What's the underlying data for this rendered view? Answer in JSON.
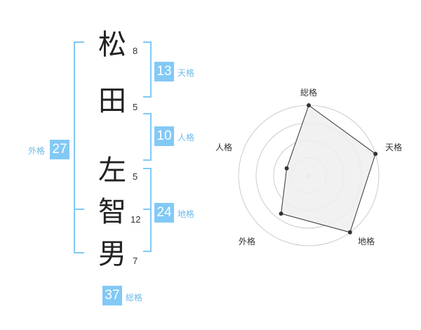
{
  "name_chars": [
    {
      "char": "松",
      "strokes": "8"
    },
    {
      "char": "田",
      "strokes": "5"
    },
    {
      "char": "左",
      "strokes": "5"
    },
    {
      "char": "智",
      "strokes": "12"
    },
    {
      "char": "男",
      "strokes": "7"
    }
  ],
  "fortunes": {
    "tenkaku": {
      "value": "13",
      "label": "天格"
    },
    "jinkaku": {
      "value": "10",
      "label": "人格"
    },
    "chikaku": {
      "value": "24",
      "label": "地格"
    },
    "gaikaku": {
      "value": "27",
      "label": "外格"
    },
    "soukaku": {
      "value": "37",
      "label": "総格"
    }
  },
  "colors": {
    "bracket": "#82c9f6",
    "badge": "#82c9f6",
    "label": "#6cbbe9",
    "grid": "#cccccc",
    "fill": "#eeeeee",
    "line": "#333333"
  },
  "chart_data": {
    "type": "radar",
    "axes": [
      "総格",
      "天格",
      "地格",
      "外格",
      "人格"
    ],
    "values": [
      1.0,
      1.0,
      1.0,
      0.67,
      0.33
    ],
    "range": [
      0,
      1
    ]
  }
}
